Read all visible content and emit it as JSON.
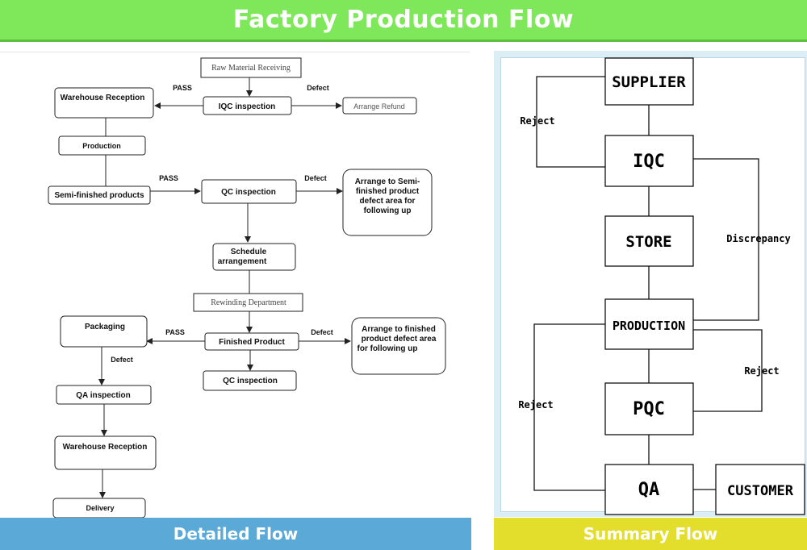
{
  "header": {
    "title": "Factory Production Flow"
  },
  "detailed": {
    "footer": "Detailed Flow",
    "nodes": {
      "raw_material": "Raw Material Receiving",
      "iqc": "IQC inspection",
      "arrange_refund": "Arrange Refund",
      "warehouse1": "Warehouse Reception",
      "production": "Production",
      "semi_finished": "Semi-finished products",
      "qc1": "QC inspection",
      "semi_defect": [
        "Arrange to Semi-",
        "finished product",
        "defect area for",
        "following up"
      ],
      "schedule": [
        "Schedule",
        "arrangement"
      ],
      "rewinding": "Rewinding Department",
      "finished": "Finished Product",
      "finished_defect": [
        "Arrange to finished",
        "product defect area",
        "for following up"
      ],
      "packaging": "Packaging",
      "qc2": "QC inspection",
      "qa": "QA inspection",
      "warehouse2": "Warehouse Reception",
      "delivery": "Delivery"
    },
    "labels": {
      "pass1": "PASS",
      "defect1": "Defect",
      "pass2": "PASS",
      "defect2": "Defect",
      "pass3": "PASS",
      "defect3": "Defect",
      "defect4": "Defect"
    }
  },
  "summary": {
    "footer": "Summary Flow",
    "nodes": {
      "supplier": "SUPPLIER",
      "iqc": "IQC",
      "store": "STORE",
      "production": "PRODUCTION",
      "pqc": "PQC",
      "qa": "QA",
      "customer": "CUSTOMER"
    },
    "labels": {
      "reject1": "Reject",
      "discrepancy": "Discrepancy",
      "reject2": "Reject",
      "reject3": "Reject"
    }
  }
}
